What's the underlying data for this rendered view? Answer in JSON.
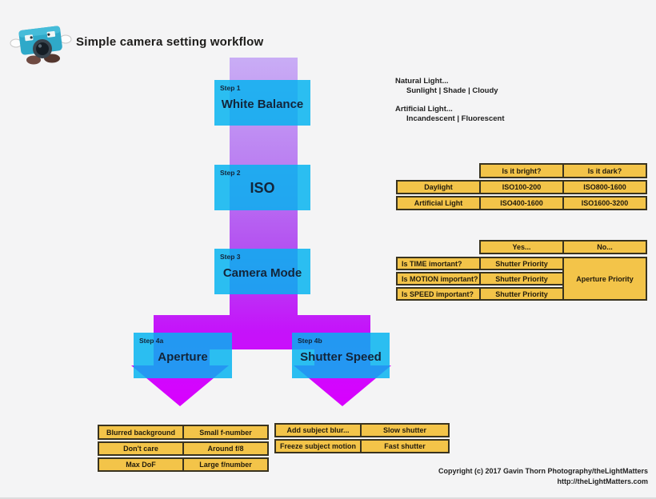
{
  "title": "Simple camera setting workflow",
  "logo": {
    "icon": "camera-mascot-icon"
  },
  "colors": {
    "step_cyan": "#29bdf0",
    "flow_purple_top": "#c9adf5",
    "flow_magenta_bottom": "#d900ff",
    "table_yellow": "#f3c449",
    "table_border": "#39331f"
  },
  "steps": [
    {
      "label": "Step 1",
      "name": "White Balance"
    },
    {
      "label": "Step 2",
      "name": "ISO"
    },
    {
      "label": "Step 3",
      "name": "Camera Mode"
    },
    {
      "label": "Step 4a",
      "name": "Aperture"
    },
    {
      "label": "Step 4b",
      "name": "Shutter Speed"
    }
  ],
  "light_info": {
    "natural_title": "Natural Light...",
    "natural_options": "Sunlight | Shade | Cloudy",
    "artificial_title": "Artificial Light...",
    "artificial_options": "Incandescent | Fluorescent"
  },
  "iso_table": {
    "headers": [
      "Is it bright?",
      "Is it dark?"
    ],
    "rows": [
      {
        "label": "Daylight",
        "bright": "ISO100-200",
        "dark": "ISO800-1600"
      },
      {
        "label": "Artificial Light",
        "bright": "ISO400-1600",
        "dark": "ISO1600-3200"
      }
    ]
  },
  "mode_table": {
    "headers": [
      "Yes...",
      "No..."
    ],
    "rows": [
      {
        "question": "Is TIME imortant?",
        "yes": "Shutter Priority"
      },
      {
        "question": "Is MOTION important?",
        "yes": "Shutter Priority"
      },
      {
        "question": "Is SPEED important?",
        "yes": "Shutter Priority"
      }
    ],
    "no_answer": "Aperture Priority"
  },
  "aperture_table": {
    "rows": [
      {
        "goal": "Blurred background",
        "setting": "Small f-number"
      },
      {
        "goal": "Don't care",
        "setting": "Around f/8"
      },
      {
        "goal": "Max DoF",
        "setting": "Large f/number"
      }
    ]
  },
  "shutter_table": {
    "rows": [
      {
        "goal": "Add subject blur...",
        "setting": "Slow shutter"
      },
      {
        "goal": "Freeze subject motion",
        "setting": "Fast shutter"
      }
    ]
  },
  "footer": {
    "line1": "Copyright (c) 2017 Gavin Thorn Photography/theLightMatters",
    "line2": "http://theLightMatters.com"
  }
}
